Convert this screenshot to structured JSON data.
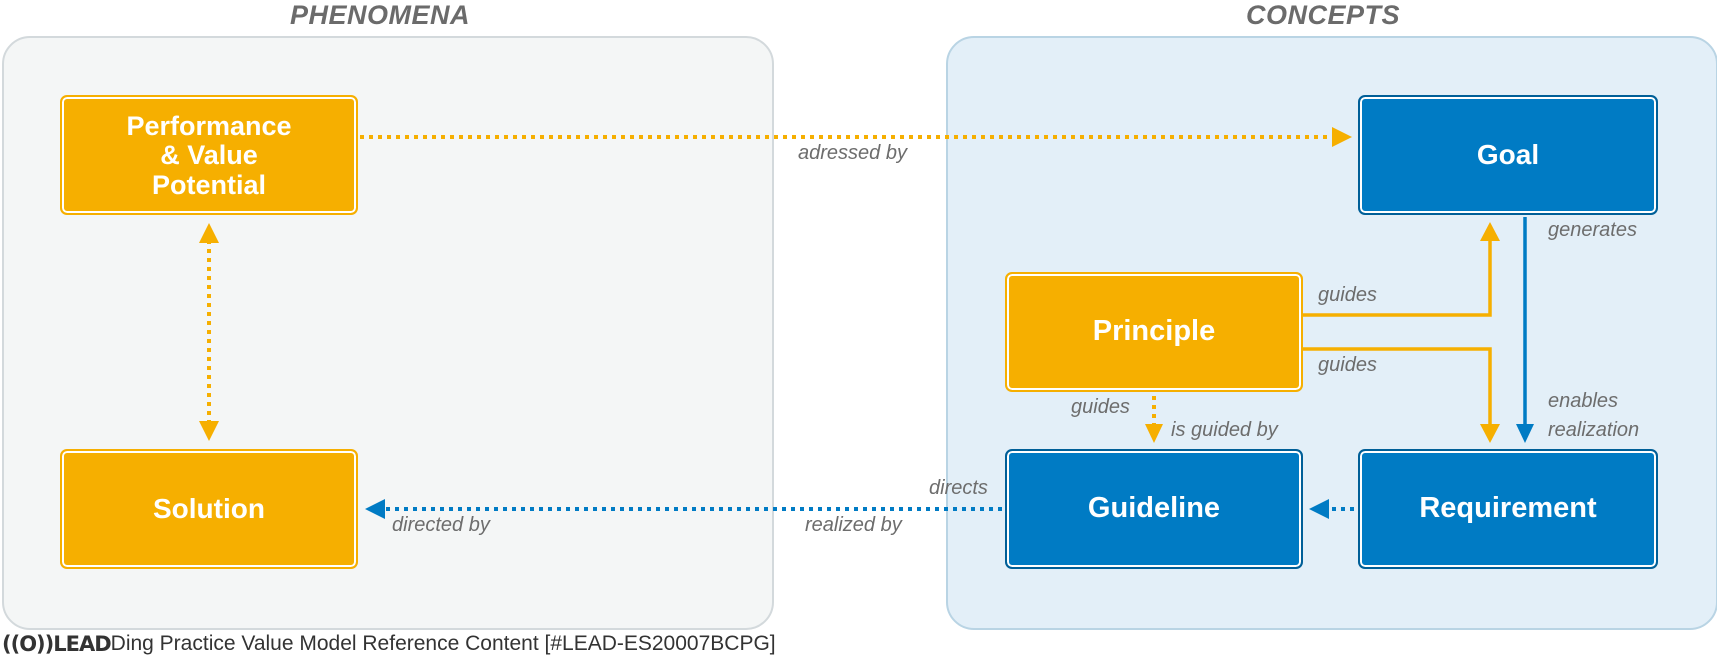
{
  "sections": {
    "phenomena": "PHENOMENA",
    "concepts": "CONCEPTS"
  },
  "nodes": {
    "performance": "Performance\n& Value\nPotential",
    "solution": "Solution",
    "goal": "Goal",
    "principle": "Principle",
    "guideline": "Guideline",
    "requirement": "Requirement"
  },
  "edge_labels": {
    "adressed_by": "adressed by",
    "generates": "generates",
    "guides_goal": "guides",
    "guides_requirement": "guides",
    "enables": "enables",
    "realization": "realization",
    "guides_guideline": "guides",
    "is_guided_by": "is guided by",
    "directs": "directs",
    "directed_by": "directed by",
    "realized_by": "realized by"
  },
  "footer": {
    "logo": "((O))LEAD",
    "text": "Ding Practice Value Model Reference Content [#LEAD-ES20007BCPG]"
  },
  "colors": {
    "orange": "#f6af00",
    "blue": "#007bc4",
    "label_gray": "#6d6d6d"
  }
}
